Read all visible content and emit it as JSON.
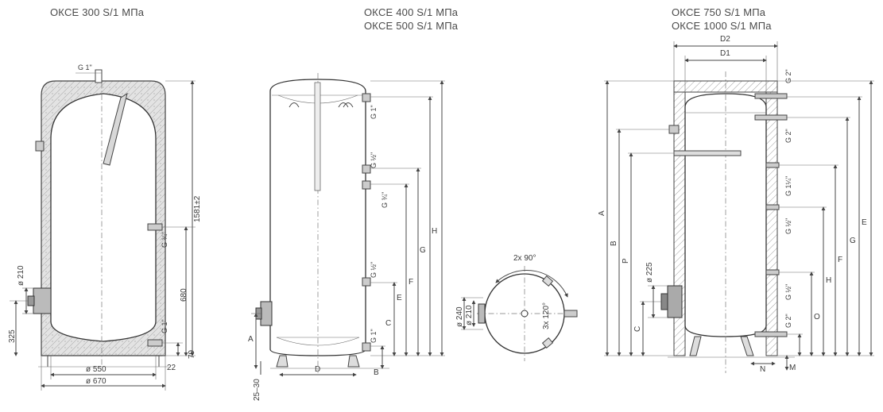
{
  "titles": {
    "left": "ОКСЕ 300 S/1 МПа",
    "middle_line1": "ОКСЕ 400 S/1 МПа",
    "middle_line2": "ОКСЕ 500 S/1 МПа",
    "right_line1": "ОКСЕ 750 S/1 МПа",
    "right_line2": "ОКСЕ 1000 S/1 МПа"
  },
  "left_tank": {
    "g_top": "G 1\"",
    "g_side1": "G ¾\"",
    "g_bottom": "G 1\"",
    "dim_height": "1581±2",
    "dim_680": "680",
    "dim_325": "325",
    "dim_79": "79",
    "dim_22": "22",
    "dim_phi210": "ø 210",
    "dim_phi550": "ø 550",
    "dim_phi670": "ø 670"
  },
  "middle_tank": {
    "g_top": "G 1\"",
    "g_half1": "G ½\"",
    "g_34": "G ¾\"",
    "g_half2": "G ½\"",
    "g_bottom": "G 1\"",
    "H": "H",
    "G": "G",
    "F": "F",
    "E": "E",
    "C": "C",
    "A": "A",
    "B": "B",
    "D": "D",
    "dim_2530": "25–30"
  },
  "top_view": {
    "angle_top": "2x 90°",
    "angle_side": "3x 120°",
    "dim_phi240": "ø 240",
    "dim_phi210": "ø 210"
  },
  "right_tank": {
    "D2": "D2",
    "D1": "D1",
    "g2_top": "G 2\"",
    "g2_second": "G 2\"",
    "g114": "G 1¼\"",
    "g12_a": "G ½\"",
    "g12_b": "G ½\"",
    "g2_bottom": "G 2\"",
    "phi225": "ø 225",
    "A": "A",
    "B": "B",
    "P": "P",
    "C": "C",
    "E": "E",
    "G": "G",
    "F": "F",
    "H": "H",
    "O": "O",
    "N": "N",
    "M": "M"
  }
}
